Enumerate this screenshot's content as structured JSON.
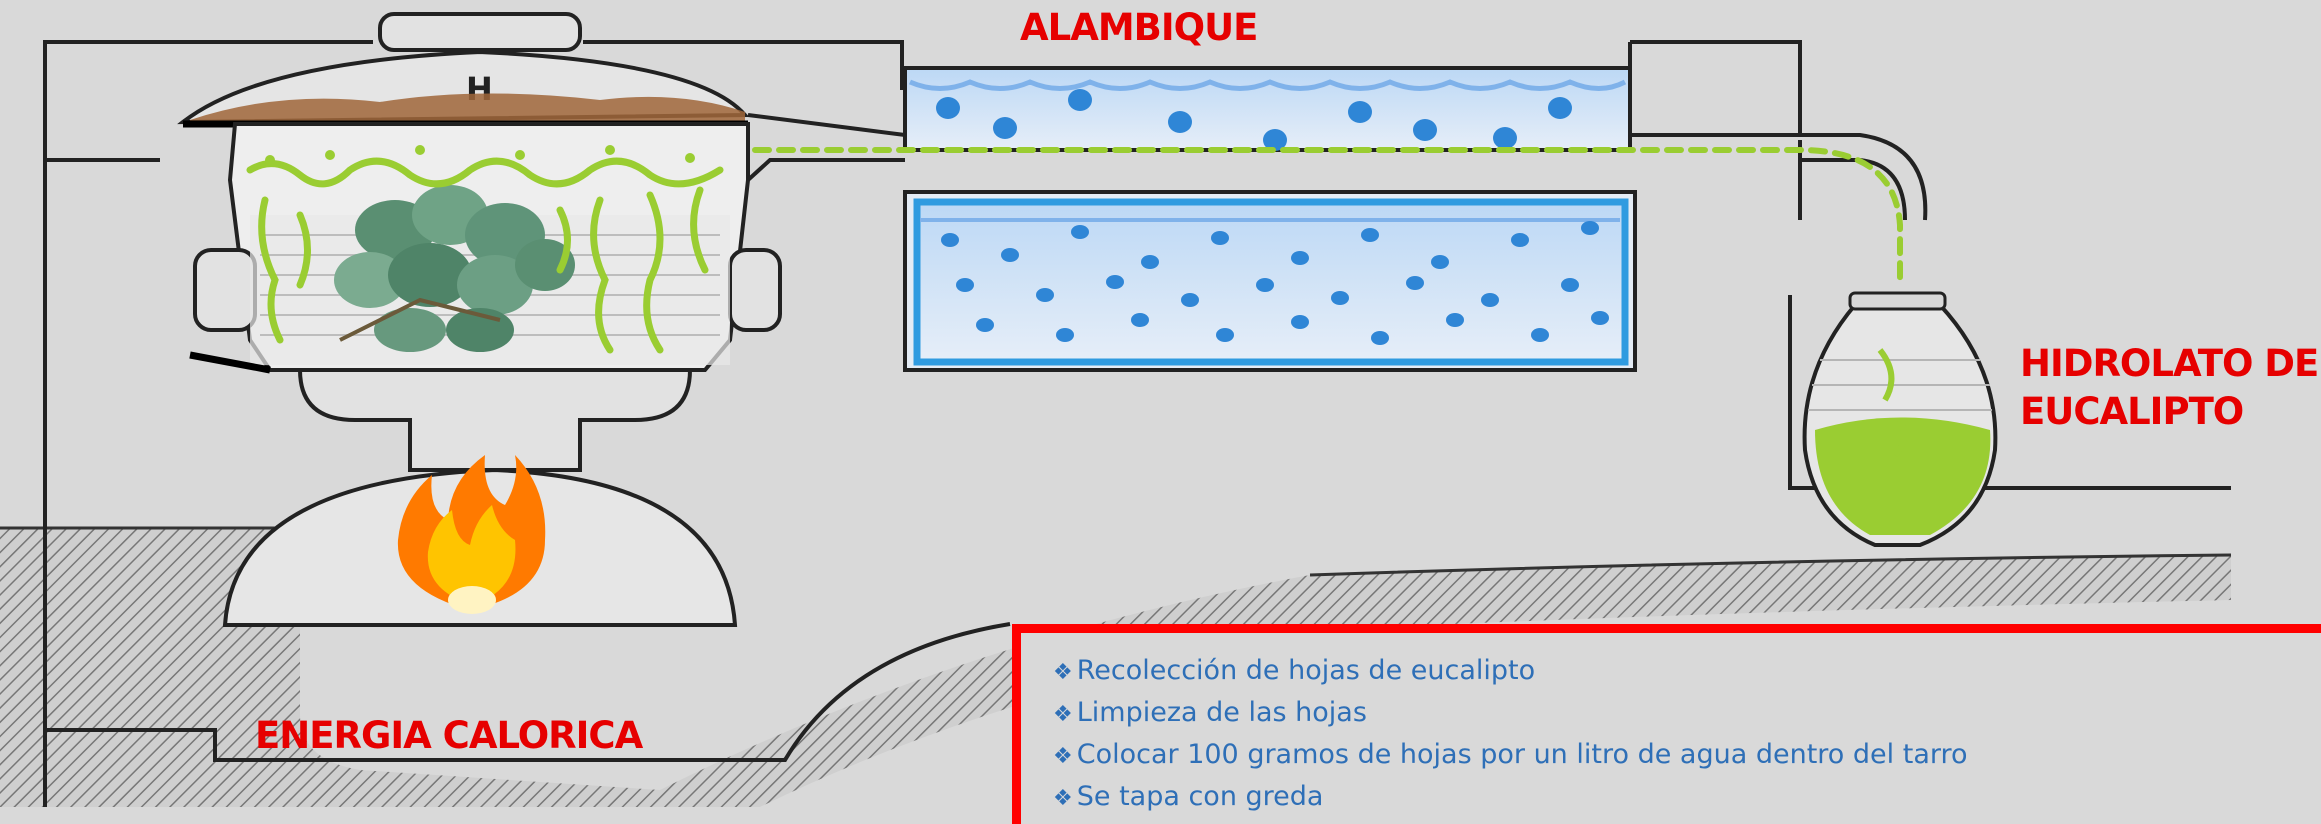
{
  "labels": {
    "alambique": "ALAMBIQUE",
    "hidrolato_line1": "HIDROLATO DE",
    "hidrolato_line2": "EUCALIPTO",
    "energia": "ENERGIA CALORICA"
  },
  "steps": [
    "Recolección de hojas de eucalipto",
    "Limpieza de las hojas",
    "Colocar 100 gramos de hojas por un litro de agua dentro del tarro",
    "Se tapa con  greda"
  ],
  "colors": {
    "background": "#d9d9d9",
    "label_red": "#e60000",
    "step_blue": "#2e6fb7",
    "box_border": "#ff0000",
    "water_blue": "#4a9ee0",
    "vapor_green": "#9acd32",
    "clay_brown": "#a0663a"
  },
  "icons": {
    "flame": "fire-icon",
    "leaves": "eucalyptus-leaves-icon",
    "bullet": "diamond-bullet-icon"
  }
}
